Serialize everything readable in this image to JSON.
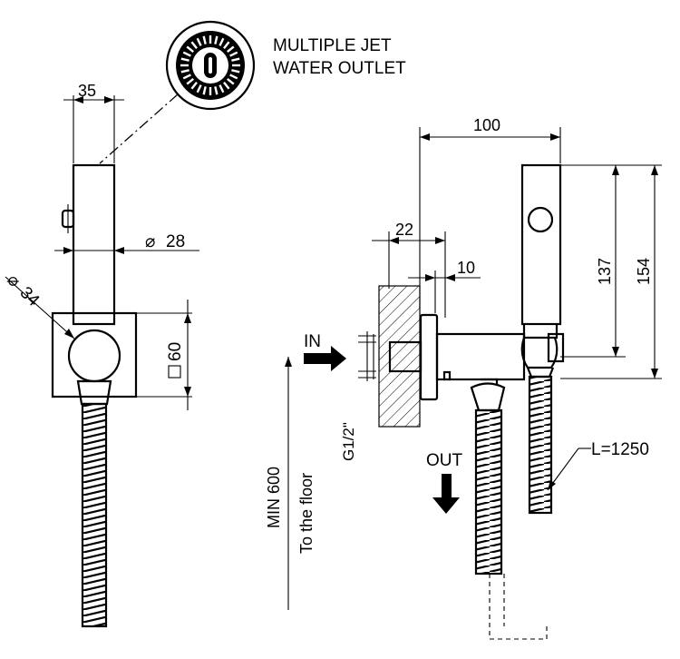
{
  "callout": {
    "line1": "MULTIPLE JET",
    "line2": "WATER OUTLET"
  },
  "front_view": {
    "dim_width": "35",
    "dim_handle_diameter": "28",
    "dim_knob_diameter": "34",
    "dim_plate_size": "60"
  },
  "side_view": {
    "dim_projection": "100",
    "dim_wall_offset": "22",
    "dim_nut": "10",
    "dim_height_outlet": "137",
    "dim_height_total": "154",
    "label_in": "IN",
    "label_out": "OUT",
    "thread": "G1/2\"",
    "min_height": "MIN 600",
    "min_height_note": "To the floor",
    "hose_length": "L=1250"
  },
  "colors": {
    "line": "#000000",
    "background": "#ffffff"
  }
}
